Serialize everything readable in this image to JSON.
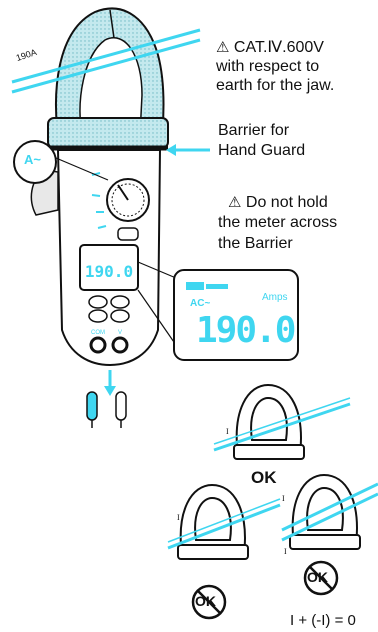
{
  "colors": {
    "accent": "#3fd6f0",
    "jaw_fill": "#c4e9ee",
    "ink": "#111111"
  },
  "notes": {
    "cat_line1": "CAT.Ⅳ.600V",
    "cat_line2": "with respect to",
    "cat_line3": "earth for the jaw.",
    "barrier_line1": "Barrier for",
    "barrier_line2": "Hand Guard",
    "warn_line1": "Do not hold",
    "warn_line2": "the meter across",
    "warn_line3": "the Barrier"
  },
  "meter": {
    "current_label": "190A",
    "display_value": "190.0",
    "display_unit": "Amps",
    "display_mode": "AC~",
    "selector_mark": "A~"
  },
  "examples": {
    "ok_label": "OK",
    "current_symbol": "I",
    "equation": "I + (-I) = 0",
    "prohibited_icon_label": "OK"
  },
  "icons": [
    "warning-triangle-icon",
    "prohibited-icon",
    "test-probe-icon"
  ]
}
